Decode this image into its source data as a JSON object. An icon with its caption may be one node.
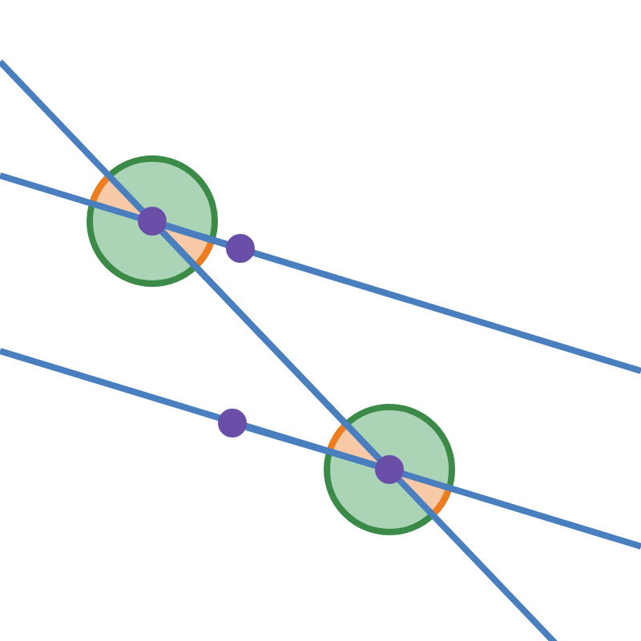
{
  "diagram": {
    "nodes": [
      {
        "text": [],
        "shape": "circle"
      },
      {
        "text": [],
        "shape": "circle"
      },
      {
        "text": [],
        "shape": "circle"
      },
      {
        "text": [],
        "shape": "circle"
      }
    ],
    "edges": [
      {
        "from": 0,
        "to": 1,
        "arrow": "none"
      },
      {
        "from": 0,
        "to": 3,
        "arrow": "none"
      },
      {
        "from": 2,
        "to": 3,
        "arrow": "none"
      }
    ]
  }
}
